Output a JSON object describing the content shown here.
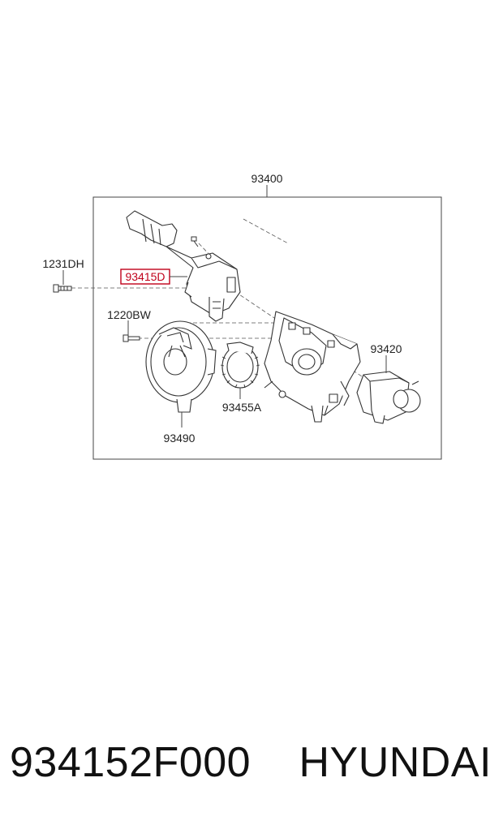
{
  "diagram": {
    "labels": {
      "assembly": "93400",
      "bolt_upper": "1231DH",
      "switch_highlight": "93415D",
      "bolt_lower": "1220BW",
      "right_switch": "93420",
      "ring": "93455A",
      "clock_spring": "93490"
    },
    "highlight_color": "#c0001a"
  },
  "caption": {
    "part_number": "934152F000",
    "brand": "HYUNDAI"
  }
}
